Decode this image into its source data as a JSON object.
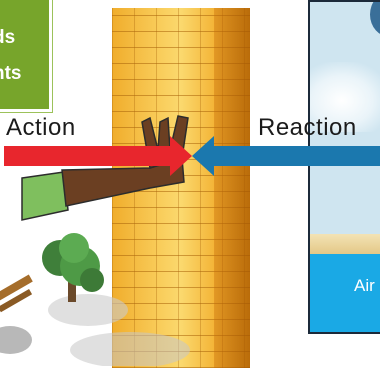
{
  "labels": {
    "action": "Action",
    "reaction": "Reaction"
  },
  "green_card": {
    "line1": "ds",
    "line2": "nts"
  },
  "right_panel": {
    "caption": "Air"
  },
  "colors": {
    "action_arrow": "#e8262d",
    "reaction_arrow": "#1b78ae",
    "wall": "#f6c24a",
    "green_card": "#77a52b",
    "sea": "#1aa9e5"
  }
}
